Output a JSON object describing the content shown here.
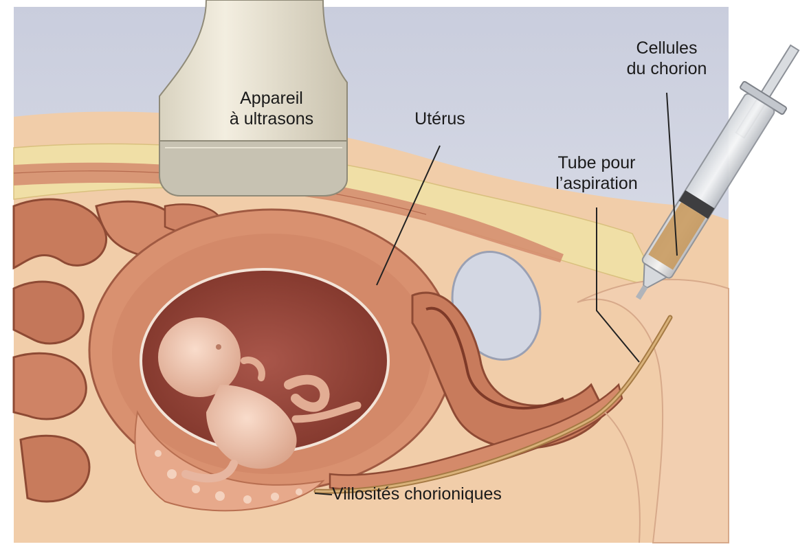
{
  "labels": {
    "probe": "Appareil\nà ultrasons",
    "uterus": "Utérus",
    "chorion_cells": "Cellules\ndu chorion",
    "aspiration_tube": "Tube pour\nl’aspiration",
    "villi": "Villosités chorioniques"
  },
  "colors": {
    "sky": "#ccd0df",
    "fat": "#f0dfa6",
    "muscle": "#c87b5c",
    "uterine_wall": "#d99170",
    "cavity": "#9c4a3c",
    "embryo": "#f2c9b4",
    "skin": "#f1cda9",
    "probe_body": "#ece5d2",
    "probe_tip": "#c7c2b2",
    "tube": "#c89a5f",
    "bladder": "#d3d7e3",
    "leader_line": "#222222"
  },
  "icons": {
    "probe": "ultrasound-probe-icon",
    "syringe": "syringe-icon",
    "embryo": "embryo-illustration",
    "bladder": "bladder-illustration"
  }
}
